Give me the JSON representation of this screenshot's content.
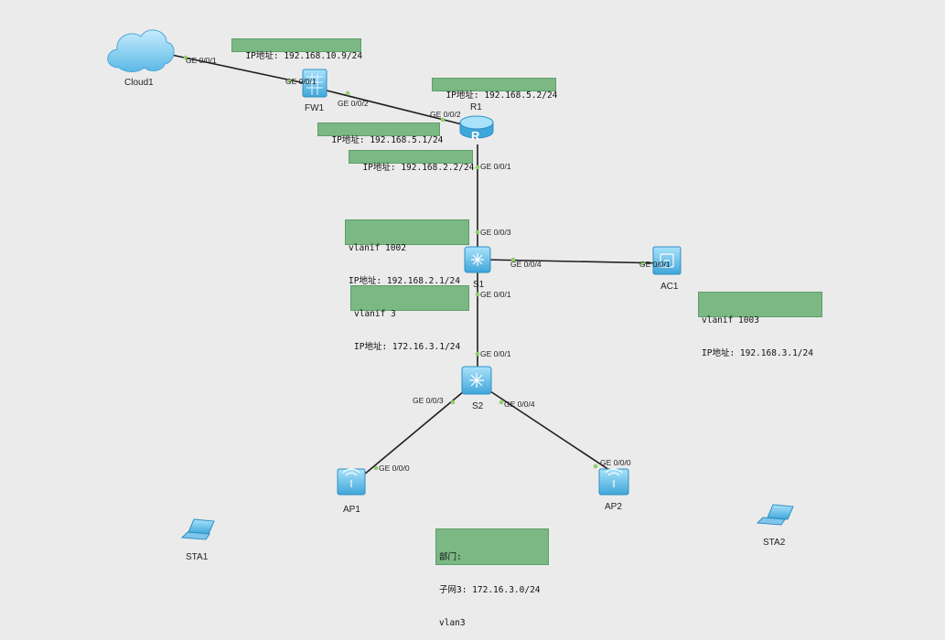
{
  "devices": {
    "cloud1": "Cloud1",
    "fw1": "FW1",
    "r1": "R1",
    "s1": "S1",
    "ac1": "AC1",
    "s2": "S2",
    "ap1": "AP1",
    "ap2": "AP2",
    "sta1": "STA1",
    "sta2": "STA2"
  },
  "ports": {
    "cloud1_ge001": "GE 0/0/1",
    "fw1_ge001": "GE 0/0/1",
    "fw1_ge002": "GE 0/0/2",
    "r1_ge002": "GE 0/0/2",
    "r1_ge001": "GE 0/0/1",
    "s1_ge003": "GE 0/0/3",
    "s1_ge004": "GE 0/0/4",
    "ac1_ge001": "GE 0/0/1",
    "s1_ge001": "GE 0/0/1",
    "s2_ge001": "GE 0/0/1",
    "s2_ge003": "GE 0/0/3",
    "s2_ge004": "GE 0/0/4",
    "ap1_ge000": "GE 0/0/0",
    "ap2_ge000": "GE 0/0/0"
  },
  "notes": {
    "fw1_ip": "IP地址: 192.168.10.9/24",
    "r1_ip_up": "IP地址: 192.168.5.2/24",
    "fw1_r1_ip": "IP地址: 192.168.5.1/24",
    "r1_down_ip": "IP地址: 192.168.2.2/24",
    "s1_vlanif_1002": "vlanif 1002",
    "s1_vlanif_1002_ip": "IP地址: 192.168.2.1/24",
    "s1_vlanif_3": "vlanif 3",
    "s1_vlanif_3_ip": "IP地址: 172.16.3.1/24",
    "ac1_vlanif": "vlanif 1003",
    "ac1_ip": "IP地址: 192.168.3.1/24",
    "dept_line1": "部门:",
    "dept_line2": "子网3: 172.16.3.0/24",
    "dept_line3": "vlan3"
  },
  "colors": {
    "background": "#ebebeb",
    "note_fill": "#7bb884",
    "device_blue": "#6ec3ea",
    "port_dot": "#8fcf6a"
  }
}
